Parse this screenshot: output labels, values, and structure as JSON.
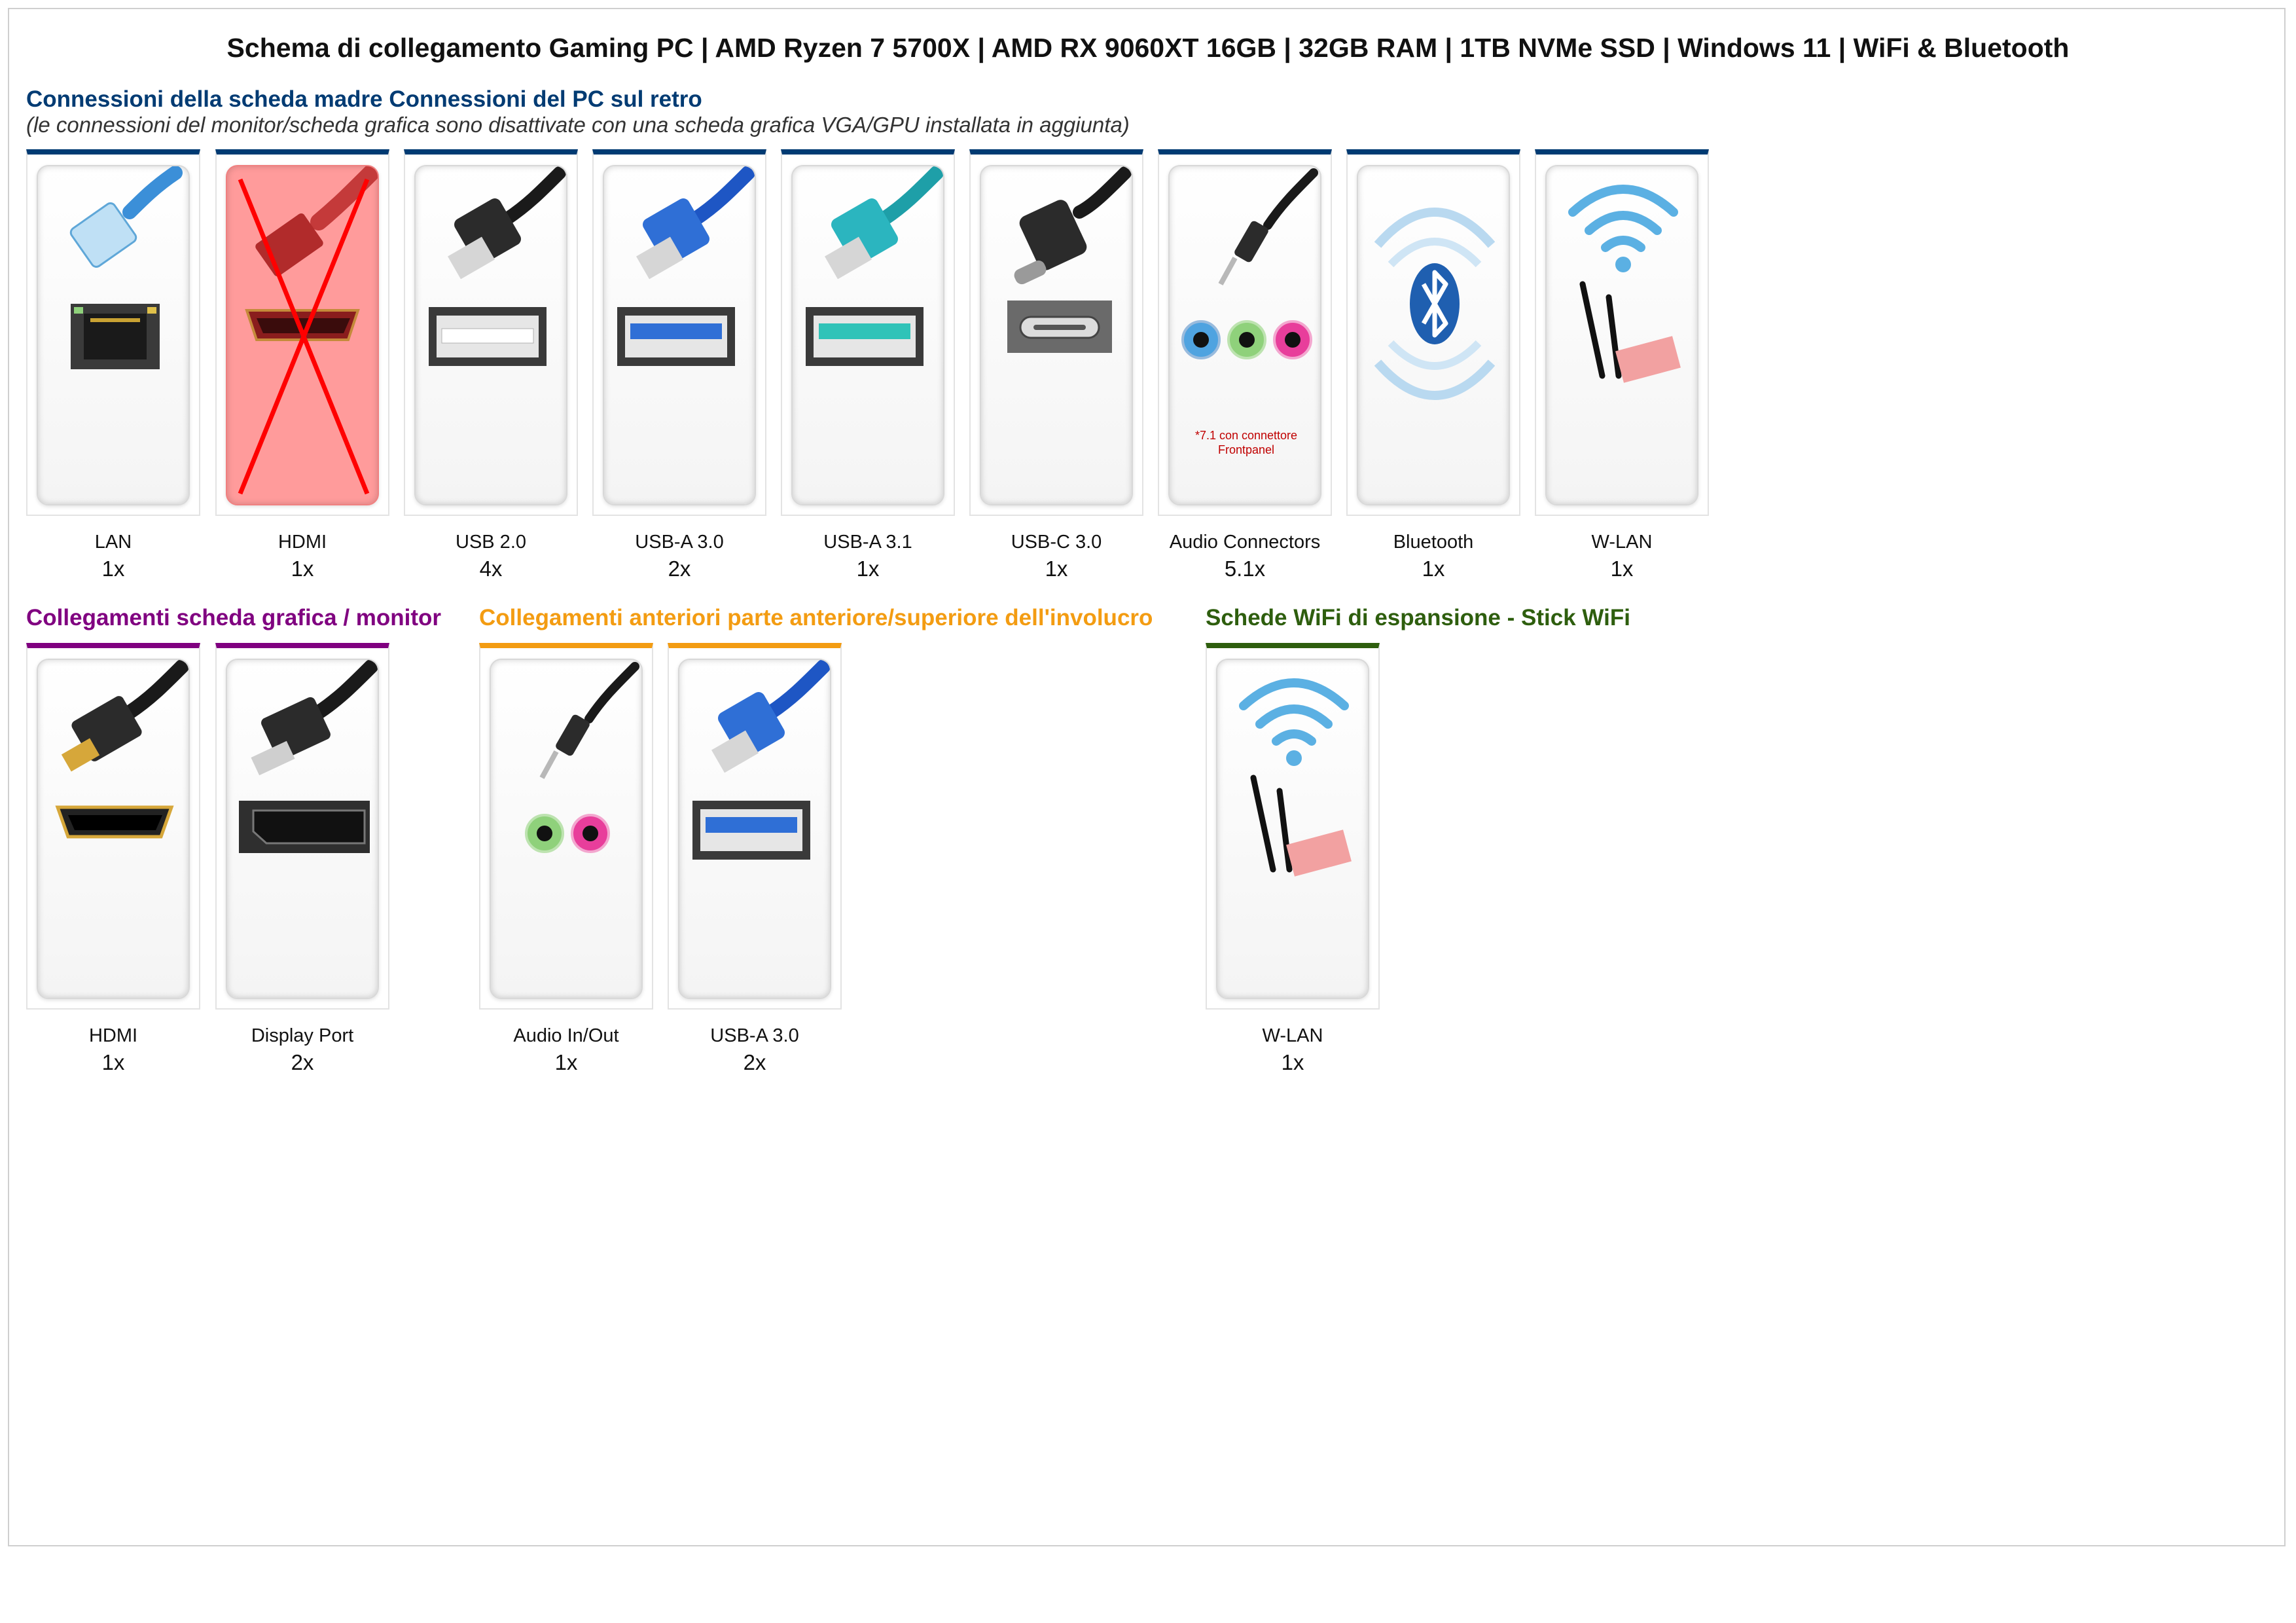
{
  "title": "Schema di collegamento Gaming PC | AMD Ryzen 7 5700X | AMD RX 9060XT 16GB | 32GB RAM | 1TB NVMe SSD | Windows 11 | WiFi & Bluetooth",
  "colors": {
    "motherboard": "#003b73",
    "graphics": "#800080",
    "front": "#f39c12",
    "wifi": "#2e5e0e",
    "disabled": "#ff9b9b"
  },
  "motherboard": {
    "title": "Connessioni della scheda madre Connessioni del PC sul retro",
    "subtitle": "(le connessioni del monitor/scheda grafica sono disattivate con una scheda grafica VGA/GPU installata in aggiunta)",
    "items": [
      {
        "label": "LAN",
        "count": "1x",
        "icon": "lan-port-icon"
      },
      {
        "label": "HDMI",
        "count": "1x",
        "icon": "hdmi-port-disabled-icon",
        "disabled": true
      },
      {
        "label": "USB 2.0",
        "count": "4x",
        "icon": "usb-2-port-icon"
      },
      {
        "label": "USB-A 3.0",
        "count": "2x",
        "icon": "usb-a-3-0-port-icon"
      },
      {
        "label": "USB-A 3.1",
        "count": "1x",
        "icon": "usb-a-3-1-port-icon"
      },
      {
        "label": "USB-C 3.0",
        "count": "1x",
        "icon": "usb-c-port-icon"
      },
      {
        "label": "Audio Connectors",
        "count": "5.1x",
        "icon": "audio-jacks-icon",
        "note": "*7.1 con connettore Frontpanel"
      },
      {
        "label": "Bluetooth",
        "count": "1x",
        "icon": "bluetooth-icon"
      },
      {
        "label": "W-LAN",
        "count": "1x",
        "icon": "wlan-antenna-icon"
      }
    ]
  },
  "graphics": {
    "title": "Collegamenti scheda grafica / monitor",
    "items": [
      {
        "label": "HDMI",
        "count": "1x",
        "icon": "hdmi-port-icon"
      },
      {
        "label": "Display Port",
        "count": "2x",
        "icon": "displayport-icon"
      }
    ]
  },
  "front": {
    "title": "Collegamenti anteriori parte anteriore/superiore dell'involucro",
    "items": [
      {
        "label": "Audio In/Out",
        "count": "1x",
        "icon": "front-audio-jacks-icon"
      },
      {
        "label": "USB-A 3.0",
        "count": "2x",
        "icon": "front-usb-a-3-0-icon"
      }
    ]
  },
  "wifi": {
    "title": "Schede WiFi di espansione - Stick WiFi",
    "items": [
      {
        "label": "W-LAN",
        "count": "1x",
        "icon": "wifi-card-icon"
      }
    ]
  }
}
